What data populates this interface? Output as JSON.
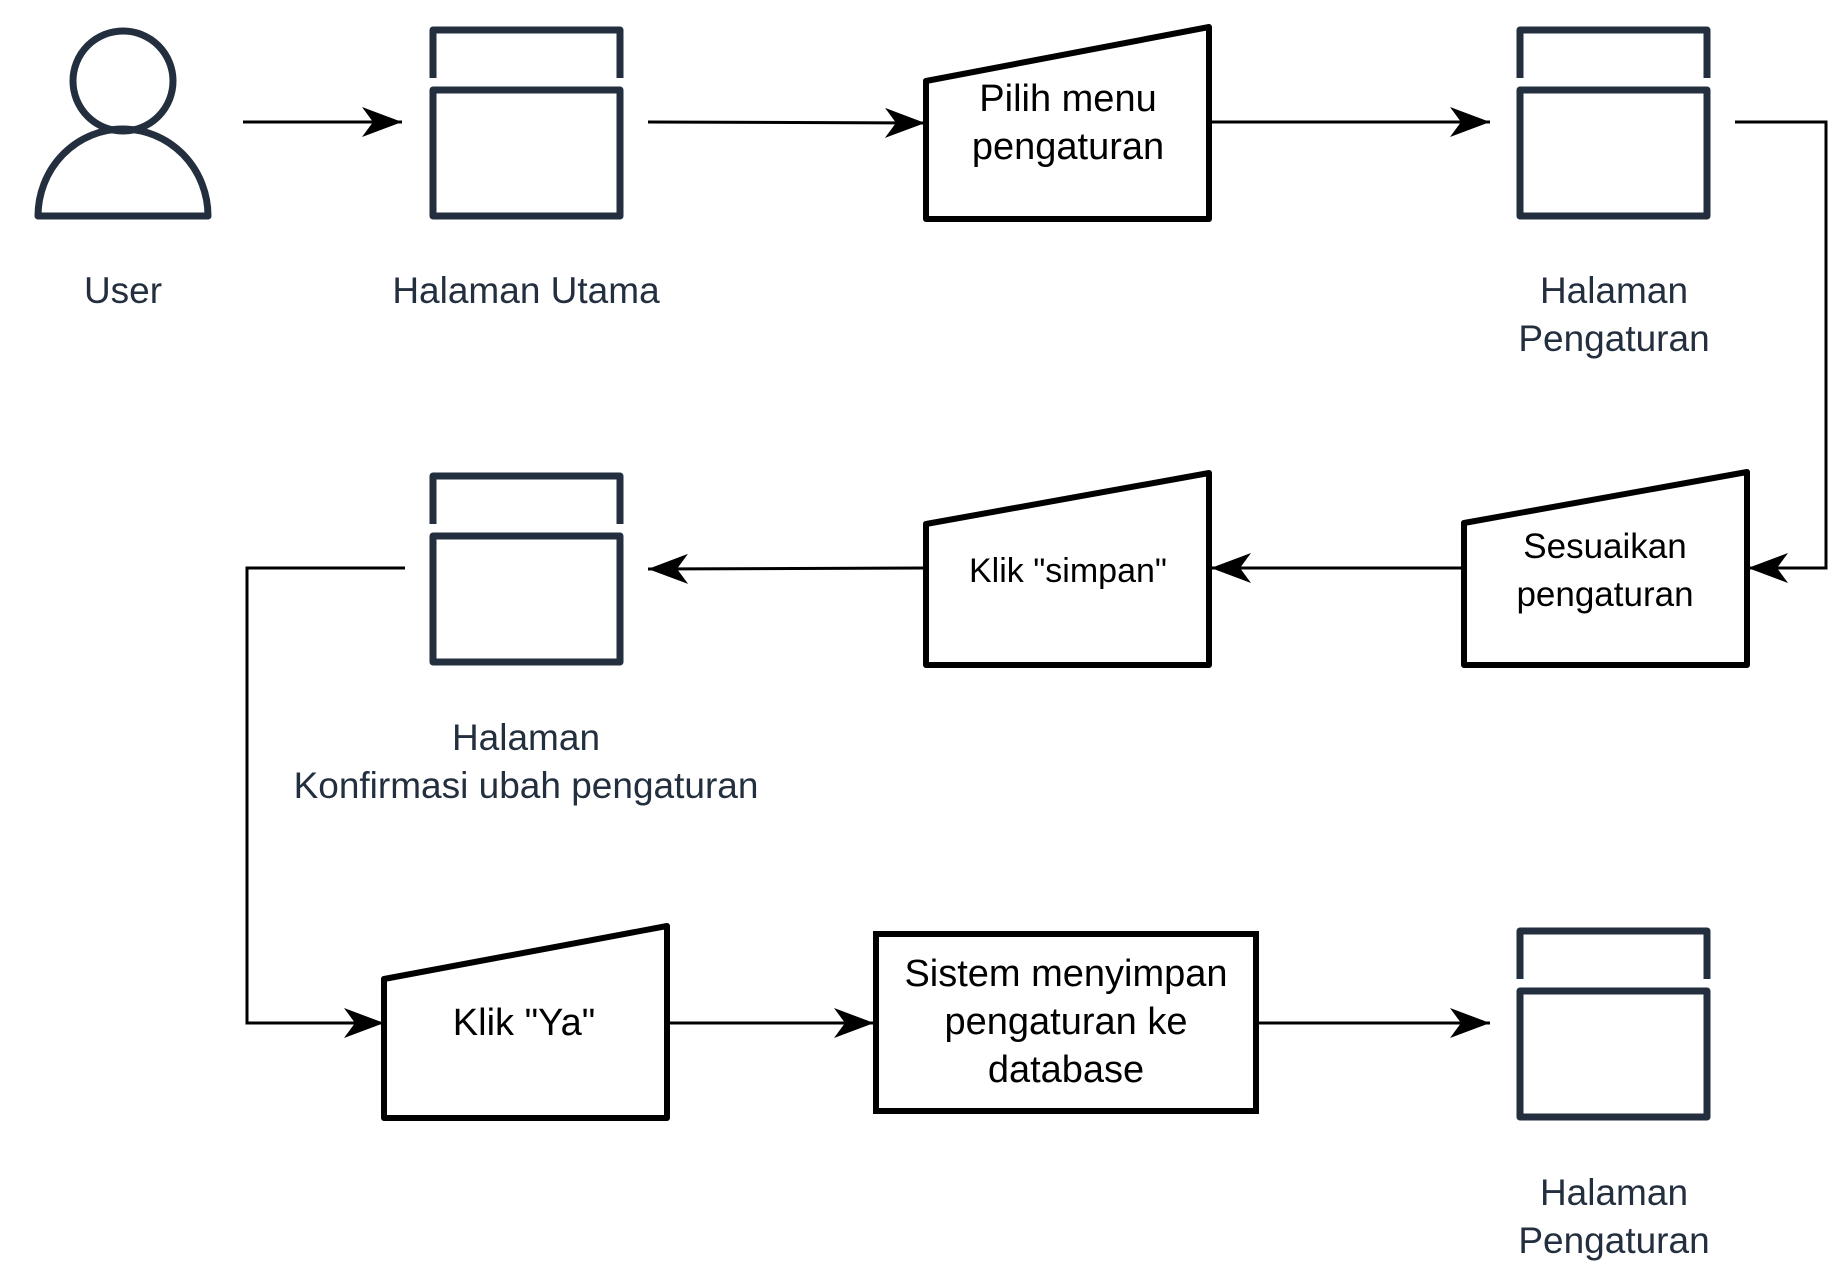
{
  "colors": {
    "icon": "#232f3e",
    "line": "#000000",
    "background": "#ffffff"
  },
  "icons": {
    "actor": "user-icon",
    "screen": "browser-window-icon",
    "manual_input": "manual-input-shape",
    "process": "process-box"
  },
  "labels": {
    "user": "User",
    "halaman_utama": "Halaman Utama",
    "halaman_pengaturan_1": [
      "Halaman",
      "Pengaturan"
    ],
    "halaman_konfirmasi": [
      "Halaman",
      "Konfirmasi ubah pengaturan"
    ],
    "halaman_pengaturan_2": [
      "Halaman",
      "Pengaturan"
    ]
  },
  "steps": {
    "pilih_menu": [
      "Pilih menu",
      "pengaturan"
    ],
    "sesuaikan": [
      "Sesuaikan",
      "pengaturan"
    ],
    "klik_simpan": "Klik \"simpan\"",
    "klik_ya": "Klik \"Ya\"",
    "sistem_menyimpan": [
      "Sistem menyimpan",
      "pengaturan ke",
      "database"
    ]
  }
}
